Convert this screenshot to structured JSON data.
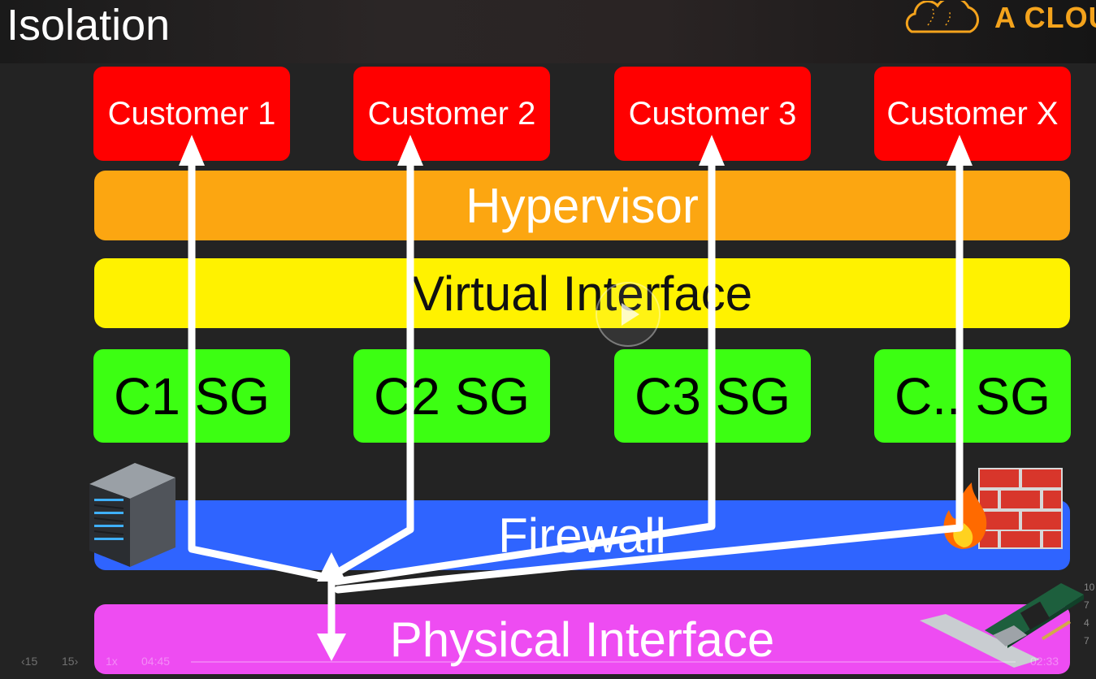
{
  "header": {
    "title": "Isolation",
    "brand": "A CLOU"
  },
  "customers": [
    "Customer 1",
    "Customer 2",
    "Customer 3",
    "Customer X"
  ],
  "layers": {
    "hypervisor": "Hypervisor",
    "virtual_interface": "Virtual Interface",
    "firewall": "Firewall",
    "physical_interface": "Physical Interface"
  },
  "security_groups": [
    "C1 SG",
    "C2 SG",
    "C3 SG",
    "C.. SG"
  ],
  "player": {
    "rewind": "15",
    "forward": "15",
    "speed": "1x",
    "elapsed": "04:45",
    "remaining": "02:33",
    "side_values": [
      "10",
      "7",
      "4",
      "7"
    ]
  },
  "icons": [
    "cloud-logo-icon",
    "server-icon",
    "firewall-icon",
    "network-card-icon",
    "play-icon"
  ],
  "colors": {
    "customer": "#ff0000",
    "hypervisor": "#fca611",
    "virtual_interface": "#fff200",
    "security_group": "#3cff12",
    "firewall": "#2f64ff",
    "physical_interface": "#ee4cf2",
    "brand": "#f4a31c",
    "background": "#232323"
  }
}
